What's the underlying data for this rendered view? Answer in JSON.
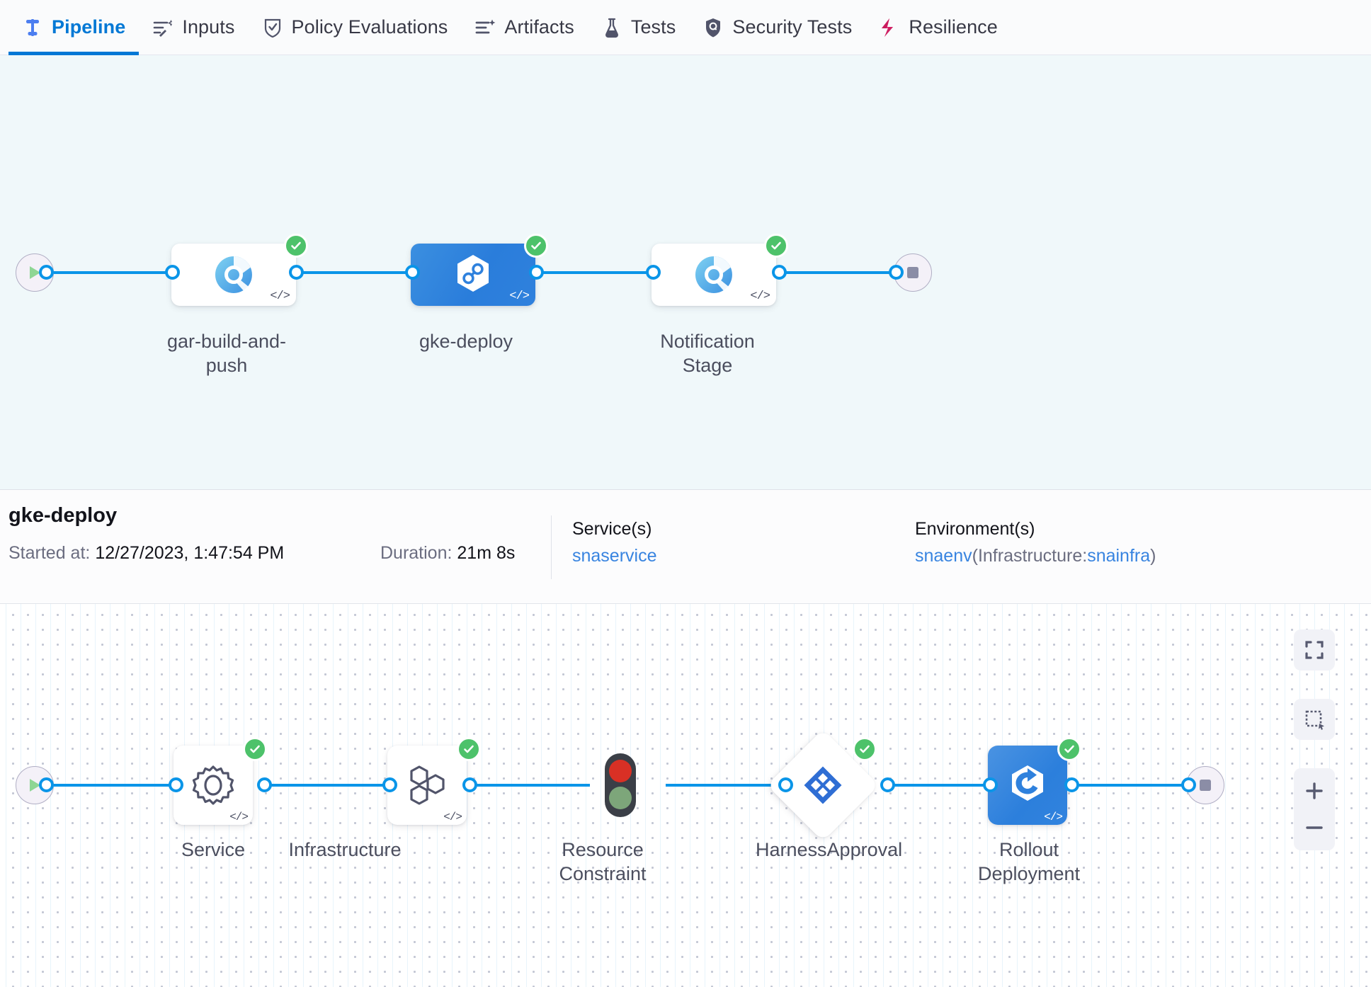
{
  "tabs": [
    {
      "label": "Pipeline",
      "icon": "pipeline-icon",
      "active": true
    },
    {
      "label": "Inputs",
      "icon": "inputs-icon",
      "active": false
    },
    {
      "label": "Policy Evaluations",
      "icon": "policy-shield-icon",
      "active": false
    },
    {
      "label": "Artifacts",
      "icon": "artifacts-icon",
      "active": false
    },
    {
      "label": "Tests",
      "icon": "flask-icon",
      "active": false
    },
    {
      "label": "Security Tests",
      "icon": "security-shield-icon",
      "active": false
    },
    {
      "label": "Resilience",
      "icon": "resilience-icon",
      "active": false
    }
  ],
  "pipeline": {
    "start_icon": "play-icon",
    "end_icon": "stop-icon",
    "stages": [
      {
        "name": "gar-build-and-push",
        "icon": "build-stage-icon",
        "status": "success",
        "selected": false
      },
      {
        "name": "gke-deploy",
        "icon": "deploy-stage-icon",
        "status": "success",
        "selected": true
      },
      {
        "name": "Notification Stage",
        "icon": "build-stage-icon",
        "status": "success",
        "selected": false
      }
    ]
  },
  "details": {
    "stage_name": "gke-deploy",
    "started_label": "Started at:",
    "started_value": "12/27/2023, 1:47:54 PM",
    "duration_label": "Duration:",
    "duration_value": "21m 8s",
    "services": {
      "heading": "Service(s)",
      "value": "snaservice"
    },
    "environments": {
      "heading": "Environment(s)",
      "env": "snaenv",
      "infra_prefix": "(Infrastructure:",
      "infra": "snainfra",
      "infra_suffix": ")"
    }
  },
  "execution": {
    "start_icon": "play-icon",
    "end_icon": "stop-icon",
    "steps": [
      {
        "name": "Service",
        "icon": "gear-icon",
        "status": "success",
        "shape": "card"
      },
      {
        "name": "Infrastructure",
        "icon": "hexagons-icon",
        "status": "success",
        "shape": "card"
      },
      {
        "name": "Resource Constraint",
        "icon": "traffic-light-icon",
        "status": "none",
        "shape": "bare"
      },
      {
        "name": "HarnessApproval",
        "icon": "approval-icon",
        "status": "success",
        "shape": "diamond"
      },
      {
        "name": "Rollout Deployment",
        "icon": "rollout-icon",
        "status": "success",
        "shape": "card-blue"
      }
    ],
    "controls": [
      {
        "name": "fit-to-screen",
        "icon": "fullscreen-icon"
      },
      {
        "name": "select-area",
        "icon": "marquee-select-icon"
      },
      {
        "name": "zoom-in",
        "icon": "plus-icon"
      },
      {
        "name": "zoom-out",
        "icon": "minus-icon"
      }
    ]
  },
  "colors": {
    "accent": "#0278d5",
    "link": "#3884e0",
    "success": "#4dc26a",
    "connector": "#0a95e8",
    "canvas_top": "#f0f8fa"
  }
}
